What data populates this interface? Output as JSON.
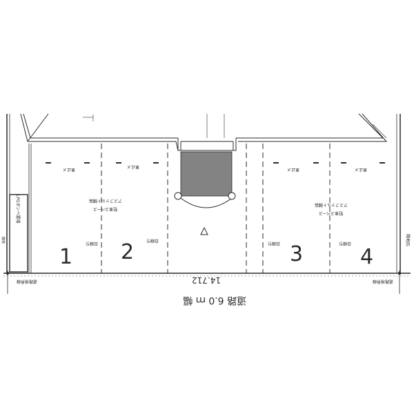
{
  "colors": {
    "ink": "#2a2a2a",
    "paper": "#ffffff",
    "hatch": "#555555"
  },
  "road": {
    "label": "道路 6.0 ｍ 幅",
    "frontage": "14.712"
  },
  "lots": [
    {
      "number": "1",
      "white_line": "白線引"
    },
    {
      "number": "2",
      "white_line": "白線引"
    },
    {
      "number": "3",
      "white_line": "白線引"
    },
    {
      "number": "4",
      "white_line": "白線引"
    }
  ],
  "parking": {
    "stop_mark": "車止メ",
    "paving": "アスファルト舗装",
    "space_note": "駐車スペース"
  },
  "lpg_box": "LPGボンベ置場",
  "boundary_left": "道路境界線",
  "boundary_right": "道路境界線",
  "neighbor_wall": "隣地石",
  "boundary_corner": "隣地"
}
